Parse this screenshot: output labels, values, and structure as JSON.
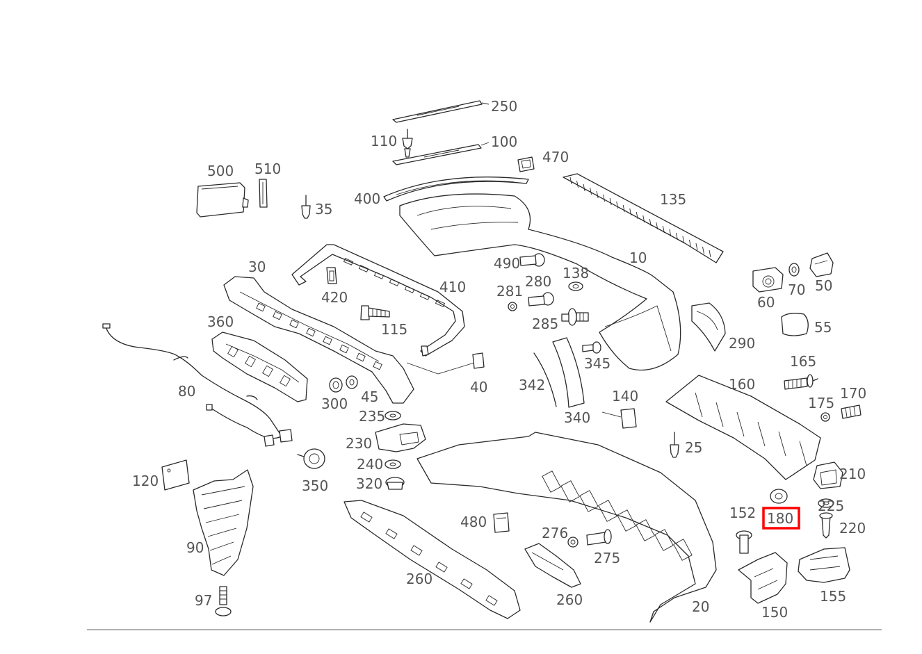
{
  "diagram": {
    "highlight_color": "#ff0000",
    "highlighted_part": "180",
    "labels": {
      "l250": "250",
      "l110": "110",
      "l100": "100",
      "l470": "470",
      "l500": "500",
      "l510": "510",
      "l35": "35",
      "l400": "400",
      "l135": "135",
      "l30": "30",
      "l490": "490",
      "l138": "138",
      "l10": "10",
      "l280": "280",
      "l281": "281",
      "l410": "410",
      "l420": "420",
      "l60": "60",
      "l70": "70",
      "l50": "50",
      "l360": "360",
      "l115": "115",
      "l285": "285",
      "l290": "290",
      "l55": "55",
      "l345": "345",
      "l165": "165",
      "l80": "80",
      "l342": "342",
      "l160": "160",
      "l170": "170",
      "l300": "300",
      "l45": "45",
      "l40": "40",
      "l340": "340",
      "l140": "140",
      "l175": "175",
      "l235": "235",
      "l25": "25",
      "l230": "230",
      "l240": "240",
      "l210": "210",
      "l120": "120",
      "l320": "320",
      "l350": "350",
      "l225": "225",
      "l152": "152",
      "l180": "180",
      "l220": "220",
      "l480": "480",
      "l90": "90",
      "l276": "276",
      "l275": "275",
      "l260a": "260",
      "l260b": "260",
      "l155": "155",
      "l97": "97",
      "l20": "20",
      "l150": "150"
    }
  }
}
